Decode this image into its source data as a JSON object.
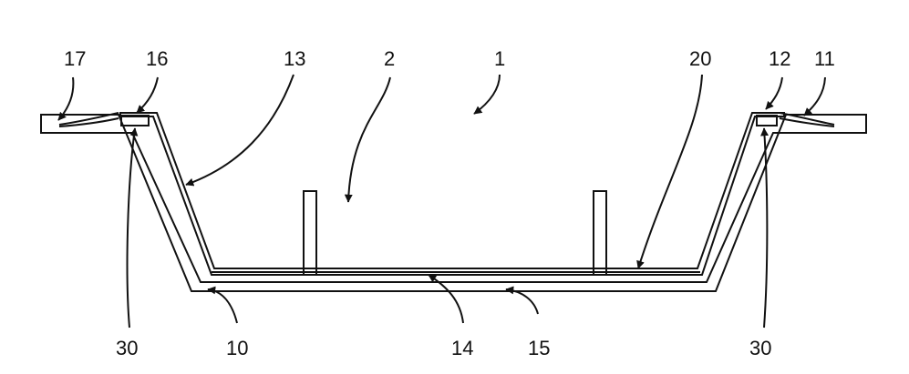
{
  "figure": {
    "reference_numerals": {
      "n17": "17",
      "n16": "16",
      "n13": "13",
      "n2": "2",
      "n1": "1",
      "n20": "20",
      "n12": "12",
      "n11": "11",
      "n30_left": "30",
      "n10": "10",
      "n14": "14",
      "n15": "15",
      "n30_right": "30"
    },
    "line_color": "#111111",
    "background_color": "#ffffff"
  }
}
